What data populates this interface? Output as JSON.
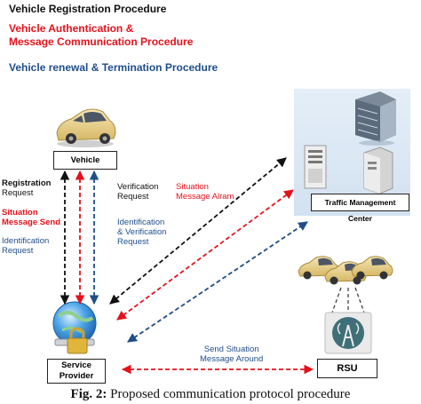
{
  "legend": {
    "registration": "Vehicle Registration Procedure",
    "authentication_line1": "Vehicle Authentication &",
    "authentication_line2": "Message Communication Procedure",
    "renewal": "Vehicle renewal & Termination Procedure"
  },
  "nodes": {
    "vehicle": "Vehicle",
    "service_provider_line1": "Service",
    "service_provider_line2": "Provider",
    "traffic_center": "Traffic Management Center",
    "rsu": "RSU"
  },
  "labels": {
    "registration_request_1": "Registration",
    "registration_request_2": "Request",
    "situation_send_1": "Situation",
    "situation_send_2": "Message Send",
    "identification_request_1": "Identification",
    "identification_request_2": "Request",
    "verification_request_1": "Verification",
    "verification_request_2": "Request",
    "situation_alarm_1": "Situation",
    "situation_alarm_2": "Message Alram",
    "identification_verification_1": "Identification",
    "identification_verification_2": "& Verification",
    "identification_verification_3": "Request",
    "send_situation_1": "Send Situation",
    "send_situation_2": "Message Around"
  },
  "caption": {
    "prefix": "Fig. 2:",
    "text": " Proposed communication protocol procedure"
  },
  "colors": {
    "registration": "#111111",
    "authentication": "#e4111b",
    "renewal": "#1f4e8a"
  }
}
